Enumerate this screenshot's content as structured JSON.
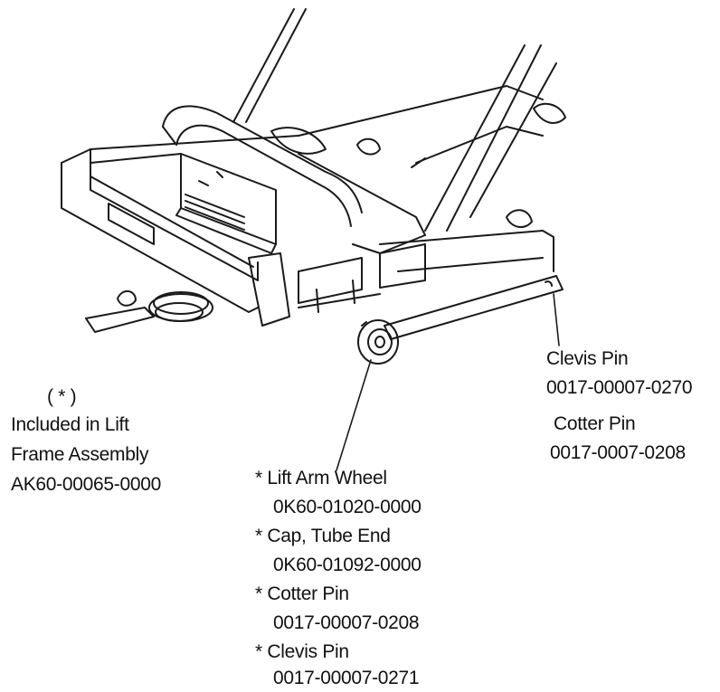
{
  "note": {
    "marker": "( * )",
    "line1": "Included in Lift",
    "line2": "Frame Assembly",
    "part_number": "AK60-00065-0000"
  },
  "right_callout": {
    "items": [
      {
        "name": "Clevis Pin",
        "part_number": "0017-00007-0270"
      },
      {
        "name": "Cotter Pin",
        "part_number": "0017-0007-0208"
      }
    ]
  },
  "wheel_callout": {
    "items": [
      {
        "name": "* Lift Arm Wheel",
        "part_number": "0K60-01020-0000"
      },
      {
        "name": "* Cap, Tube End",
        "part_number": "0K60-01092-0000"
      },
      {
        "name": "* Cotter Pin",
        "part_number": "0017-00007-0208"
      },
      {
        "name": "* Clevis Pin",
        "part_number": "0017-00007-0271"
      }
    ]
  },
  "colors": {
    "line": "#1a1a1a",
    "background": "#ffffff"
  }
}
